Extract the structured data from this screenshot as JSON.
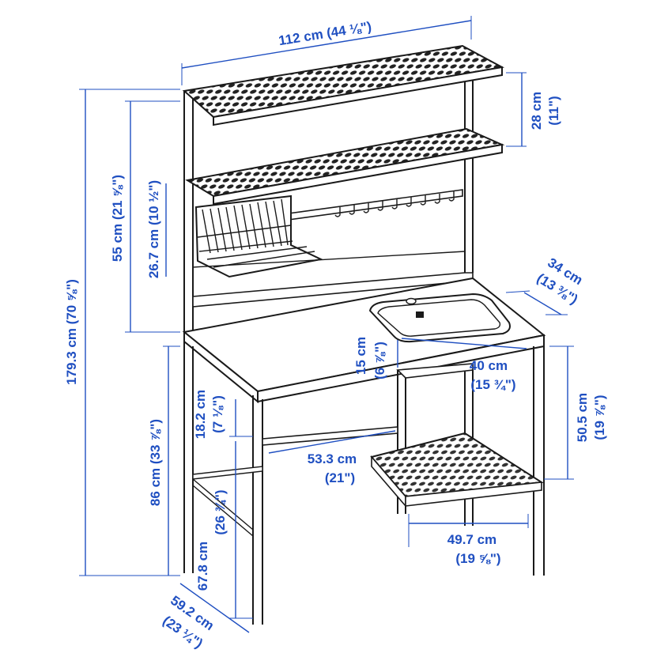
{
  "colors": {
    "dimension": "#1f4fc1",
    "outline": "#1a1a1a",
    "background": "#ffffff"
  },
  "dimensions": {
    "total_width": "112 cm (44 ⅛\")",
    "shelf_gap_cm": "28 cm",
    "shelf_gap_in": "(11\")",
    "upper_height": "55 cm (21 ⅝\")",
    "rack_height": "26.7 cm (10 ½\")",
    "total_height": "179.3 cm (70 ⅝\")",
    "sink_depth_cm": "34 cm",
    "sink_depth_in": "(13 ⅜\")",
    "sink_height_cm": "15 cm",
    "sink_height_in": "(6 ⅞\")",
    "sink_width_cm": "40 cm",
    "sink_width_in": "(15 ¾\")",
    "cabinet_height_cm": "50.5 cm",
    "cabinet_height_in": "(19 ⅞\")",
    "counter_height": "86 cm (33 ⅞\")",
    "crossbar_gap_cm": "18.2 cm",
    "crossbar_gap_in": "(7 ⅛\")",
    "crossbar_height_cm": "67.8 cm",
    "crossbar_height_in": "(26 ¾\")",
    "inner_width_cm": "53.3 cm",
    "inner_width_in": "(21\")",
    "shelf_width_cm": "49.7 cm",
    "shelf_width_in": "(19 ⅝\")",
    "depth_cm": "59.2 cm",
    "depth_in": "(23 ¼\")"
  }
}
